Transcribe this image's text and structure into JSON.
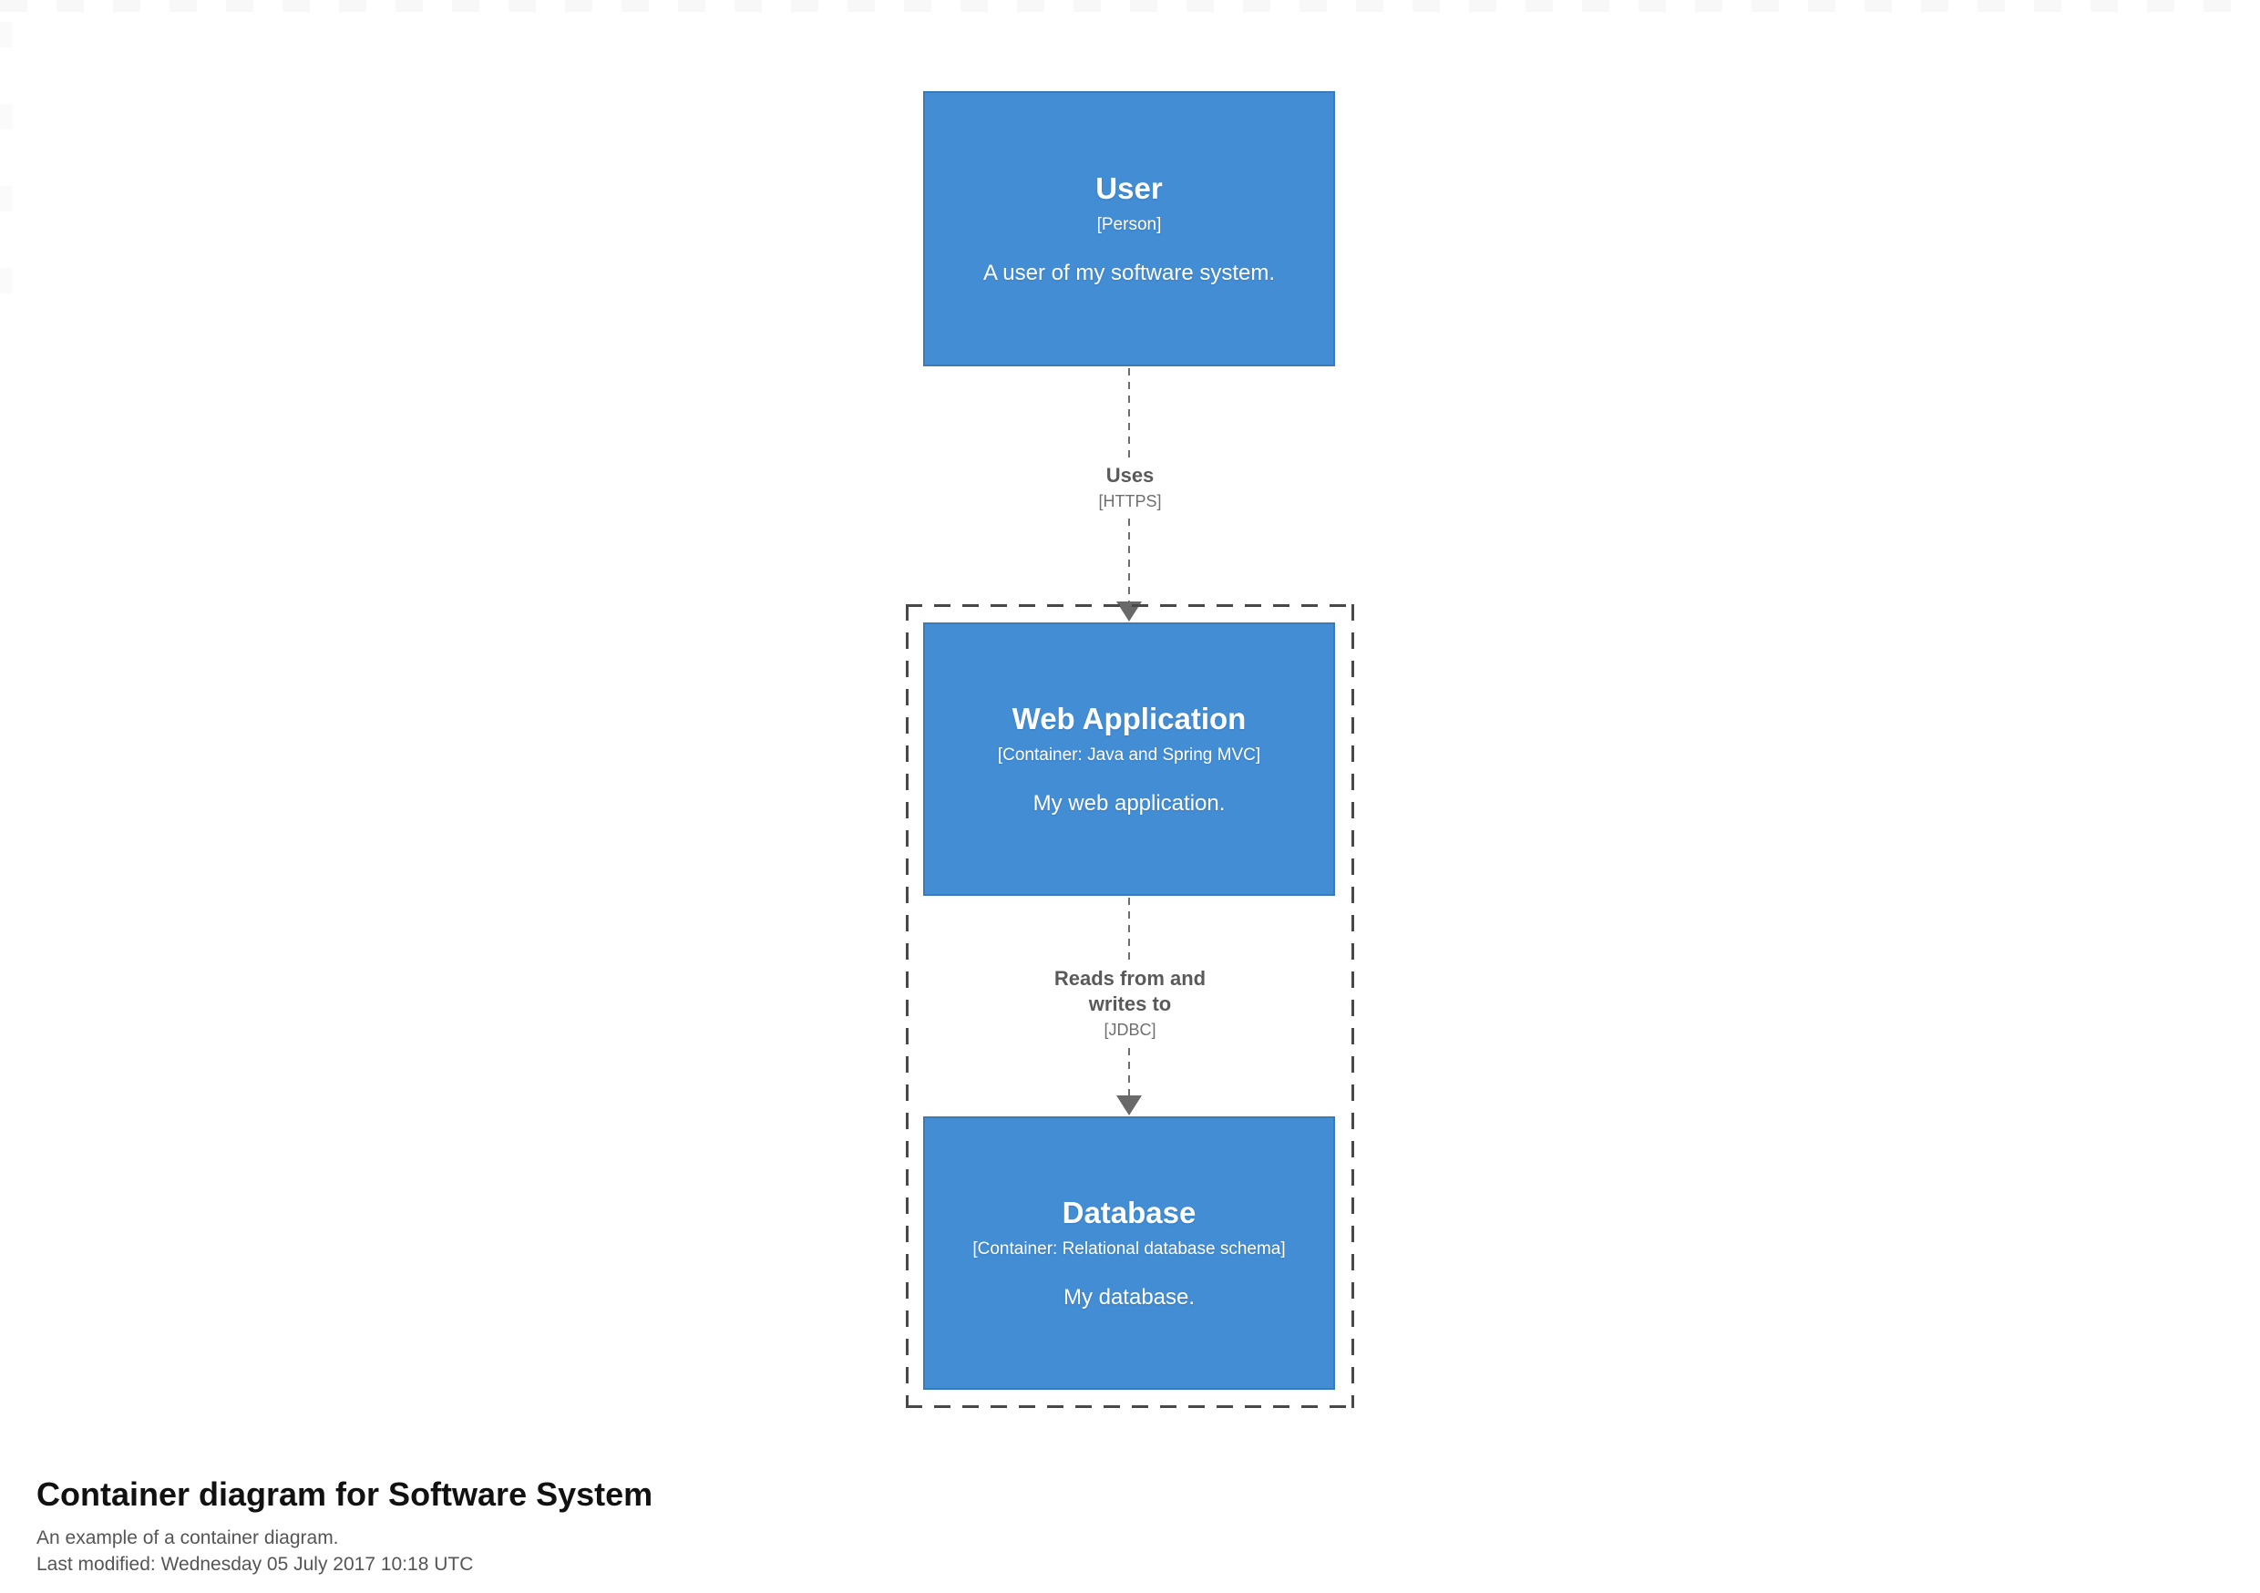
{
  "diagram": {
    "elements": [
      {
        "id": "user",
        "name": "User",
        "meta": "[Person]",
        "description": "A user of my software system."
      },
      {
        "id": "web-application",
        "name": "Web Application",
        "meta": "[Container: Java and Spring MVC]",
        "description": "My web application."
      },
      {
        "id": "database",
        "name": "Database",
        "meta": "[Container: Relational database schema]",
        "description": "My database."
      }
    ],
    "relationships": [
      {
        "id": "uses",
        "name": "Uses",
        "meta": "[HTTPS]"
      },
      {
        "id": "reads-writes",
        "name": "Reads from and writes to",
        "meta": "[JDBC]"
      }
    ],
    "colors": {
      "element_fill": "#438dd5",
      "element_border": "#3b7ab8",
      "element_text": "#ffffff",
      "relationship_line": "#6e6e6e",
      "relationship_name_text": "#5a5a5a",
      "relationship_meta_text": "#6e6e6e",
      "boundary_dash": "#484848",
      "background": "#ffffff"
    }
  },
  "footer": {
    "title": "Container diagram for Software System",
    "description": "An example of a container diagram.",
    "last_modified": "Last modified: Wednesday 05 July 2017 10:18 UTC"
  }
}
